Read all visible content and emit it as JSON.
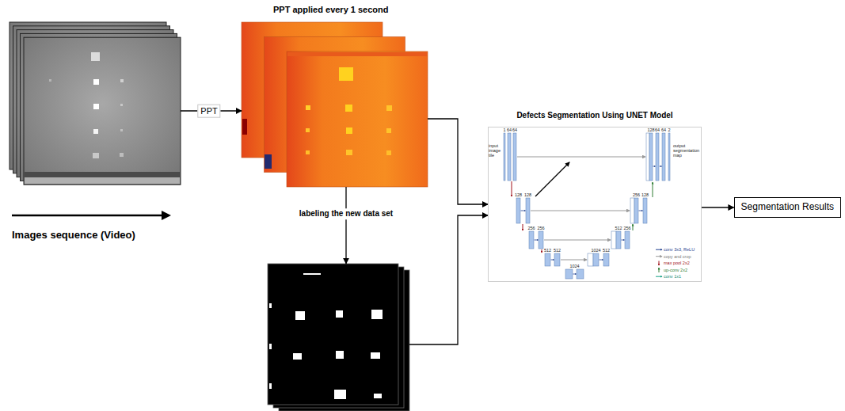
{
  "diagram": {
    "nodes": [
      {
        "text": [
          "Images sequence (Video)"
        ]
      },
      {
        "text": [
          "PPT applied every 1 second"
        ]
      },
      {
        "text": []
      },
      {
        "text": [
          "Defects Segmentation Using UNET Model"
        ]
      },
      {
        "text": [
          "Segmentation Results"
        ]
      }
    ],
    "edges": [
      {
        "from": 0,
        "to": 1,
        "arrow": "to",
        "label": "PPT"
      },
      {
        "from": 1,
        "to": 3,
        "arrow": "to"
      },
      {
        "from": 1,
        "to": 2,
        "arrow": "to",
        "label": "labeling the new data set"
      },
      {
        "from": 2,
        "to": 3,
        "arrow": "to"
      },
      {
        "from": 3,
        "to": 4,
        "arrow": "to"
      }
    ],
    "labels": [
      "input image tile",
      "output segmentation map",
      "1",
      "64",
      "64",
      "128",
      "128",
      "256",
      "256",
      "512",
      "512",
      "1024",
      "1024",
      "512",
      "512",
      "256",
      "256",
      "128",
      "128",
      "64",
      "64",
      "2"
    ],
    "legend": [
      {
        "text": "conv 3x3, ReLU"
      },
      {
        "text": "copy and crop"
      },
      {
        "text": "max pool 2x2"
      },
      {
        "text": "up-conv 2x2"
      },
      {
        "text": "conv 1x1"
      }
    ]
  }
}
